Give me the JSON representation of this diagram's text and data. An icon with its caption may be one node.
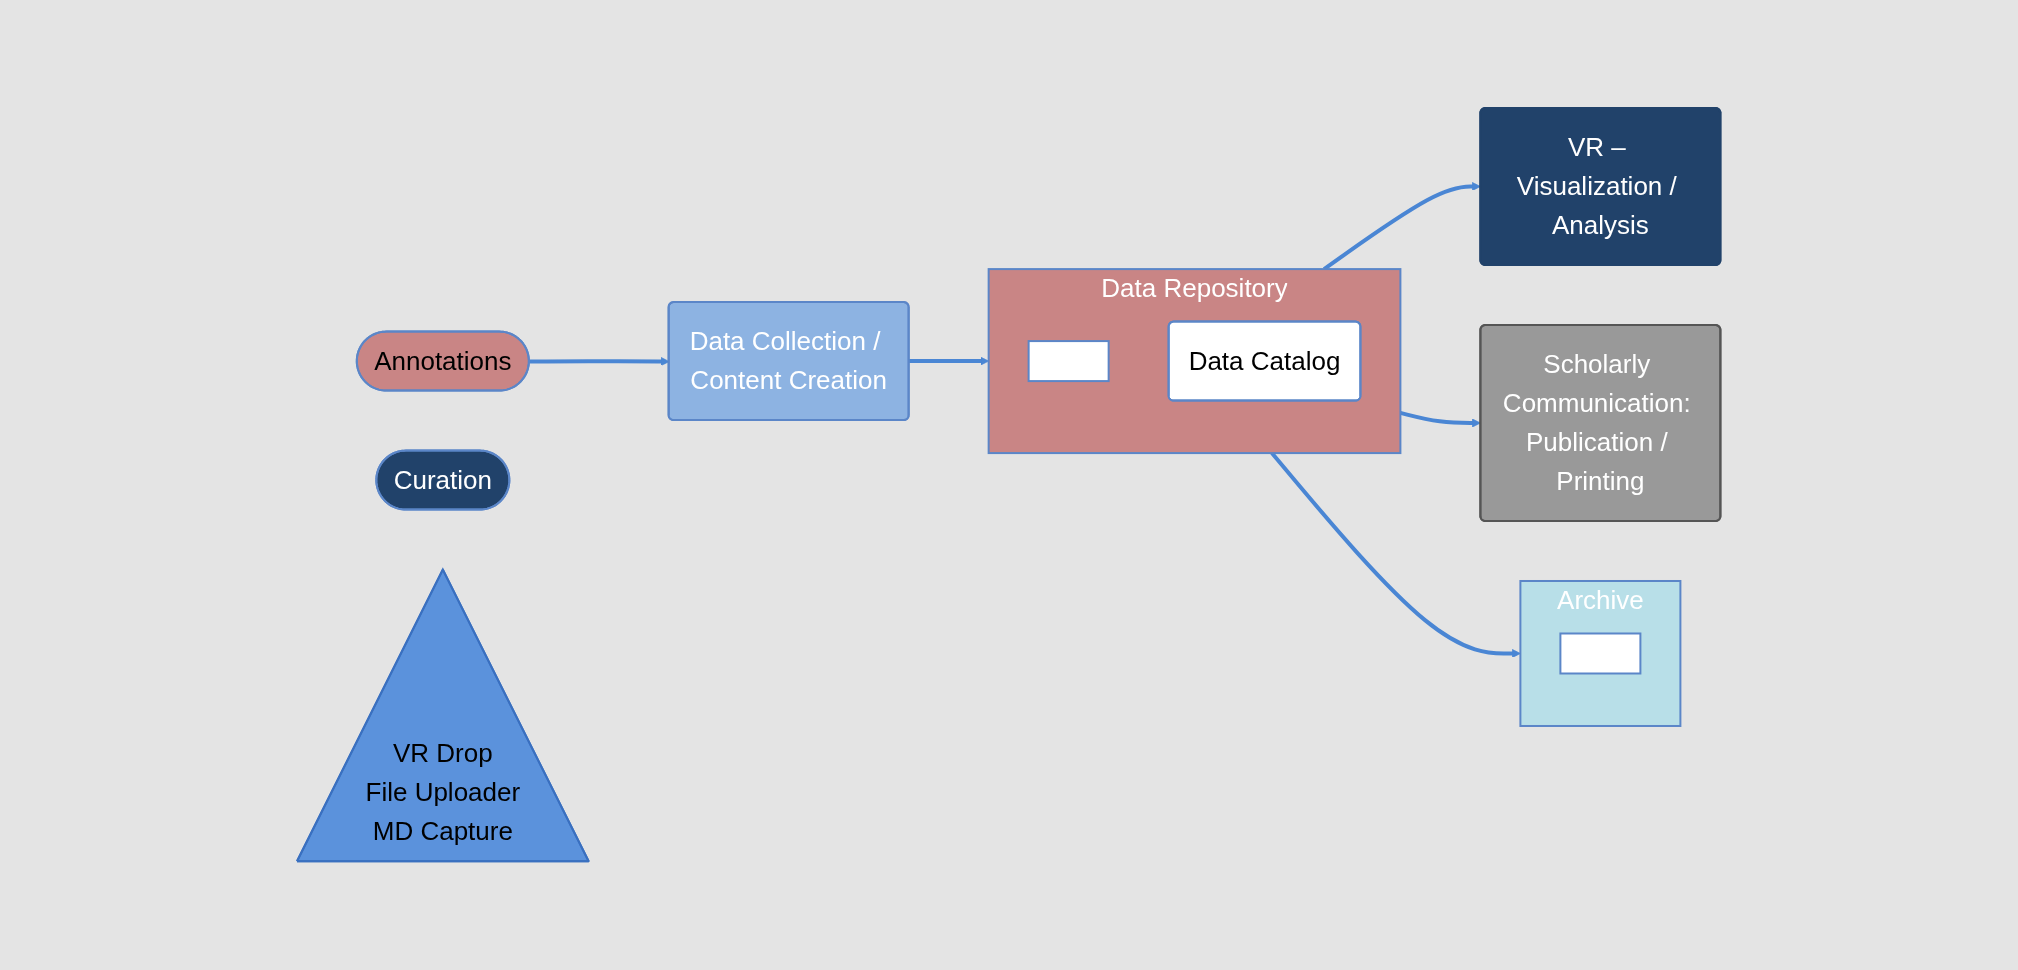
{
  "diagram": {
    "nodes": [
      {
        "text": [
          "Annotations"
        ]
      },
      {
        "text": [
          "VR – Visualization / Analysis"
        ]
      },
      {
        "text": [
          "Data Collection / Content Creation"
        ]
      },
      {
        "text": [
          "Data Repository"
        ]
      },
      {
        "text": [],
        "shape": "box",
        "in": 3
      },
      {
        "text": [
          "Data Catalog"
        ],
        "in": 3
      },
      {
        "text": [
          "Curation"
        ]
      },
      {
        "text": [
          "Archive"
        ]
      },
      {
        "text": [],
        "shape": "box",
        "in": 7
      },
      {
        "text": [
          "VR Drop",
          "File Uploader",
          "MD Capture"
        ]
      },
      {
        "text": [
          "Scholarly Communication: Publication / Printing"
        ]
      }
    ],
    "edges": [
      {
        "from": 0,
        "to": 2,
        "arrow": "to"
      },
      {
        "from": 2,
        "to": 3,
        "arrow": "to"
      },
      {
        "from": 3,
        "to": 1,
        "arrow": "to"
      },
      {
        "from": 3,
        "to": 10,
        "arrow": "to"
      },
      {
        "from": 3,
        "to": 7,
        "arrow": "to"
      }
    ]
  }
}
